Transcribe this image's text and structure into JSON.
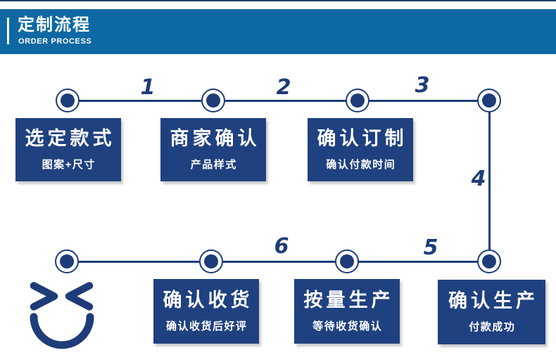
{
  "header": {
    "title": "定制流程",
    "subtitle": "ORDER PROCESS"
  },
  "steps": [
    {
      "title": "选定款式",
      "subtitle": "图案+尺寸"
    },
    {
      "title": "商家确认",
      "subtitle": "产品样式"
    },
    {
      "title": "确认订制",
      "subtitle": "确认付款时间"
    },
    {
      "title": "确认生产",
      "subtitle": "付款成功"
    },
    {
      "title": "按量生产",
      "subtitle": "等待收货确认"
    },
    {
      "title": "确认收货",
      "subtitle": "确认收货后好评"
    }
  ],
  "connectors": [
    "1",
    "2",
    "3",
    "4",
    "5",
    "6"
  ],
  "footer_icon": "winking-smiley",
  "colors": {
    "header_blue": "#0e68a3",
    "flow_navy": "#1e3c78",
    "box_navy": "#1f4180",
    "text_white": "#ffffff"
  }
}
